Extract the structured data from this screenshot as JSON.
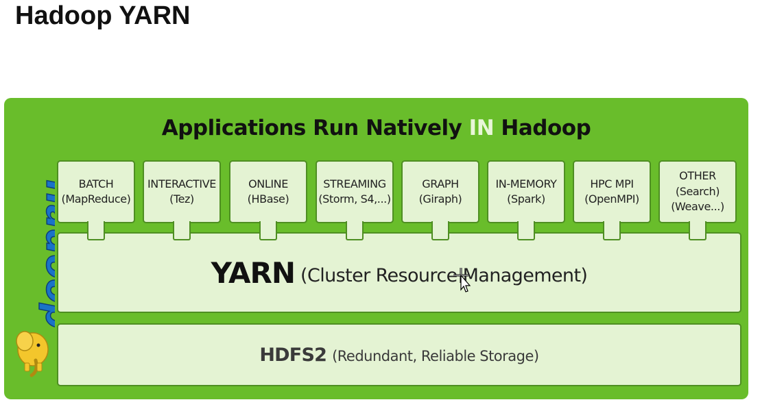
{
  "page": {
    "title": "Hadoop YARN"
  },
  "diagram": {
    "heading_prefix": "Applications Run Natively ",
    "heading_accent": "IN",
    "heading_suffix": " Hadoop",
    "applications": [
      {
        "label": "BATCH",
        "detail": "(MapReduce)"
      },
      {
        "label": "INTERACTIVE",
        "detail": "(Tez)"
      },
      {
        "label": "ONLINE",
        "detail": "(HBase)"
      },
      {
        "label": "STREAMING",
        "detail": "(Storm, S4,...)"
      },
      {
        "label": "GRAPH",
        "detail": "(Giraph)"
      },
      {
        "label": "IN-MEMORY",
        "detail": "(Spark)"
      },
      {
        "label": "HPC MPI",
        "detail": "(OpenMPI)"
      },
      {
        "label": "OTHER",
        "detail": "(Search)",
        "detail2": "(Weave...)"
      }
    ],
    "yarn": {
      "name": "YARN",
      "description": "(Cluster Resource Management)"
    },
    "hdfs": {
      "name": "HDFS2",
      "description": "(Redundant, Reliable Storage)"
    },
    "logo": {
      "text": "hadoop",
      "icon": "hadoop-elephant-logo"
    }
  },
  "colors": {
    "panel_green": "#69bd2b",
    "box_fill": "#e4f3d3",
    "box_border": "#4e8e22",
    "accent_text": "#e8f6d8"
  }
}
